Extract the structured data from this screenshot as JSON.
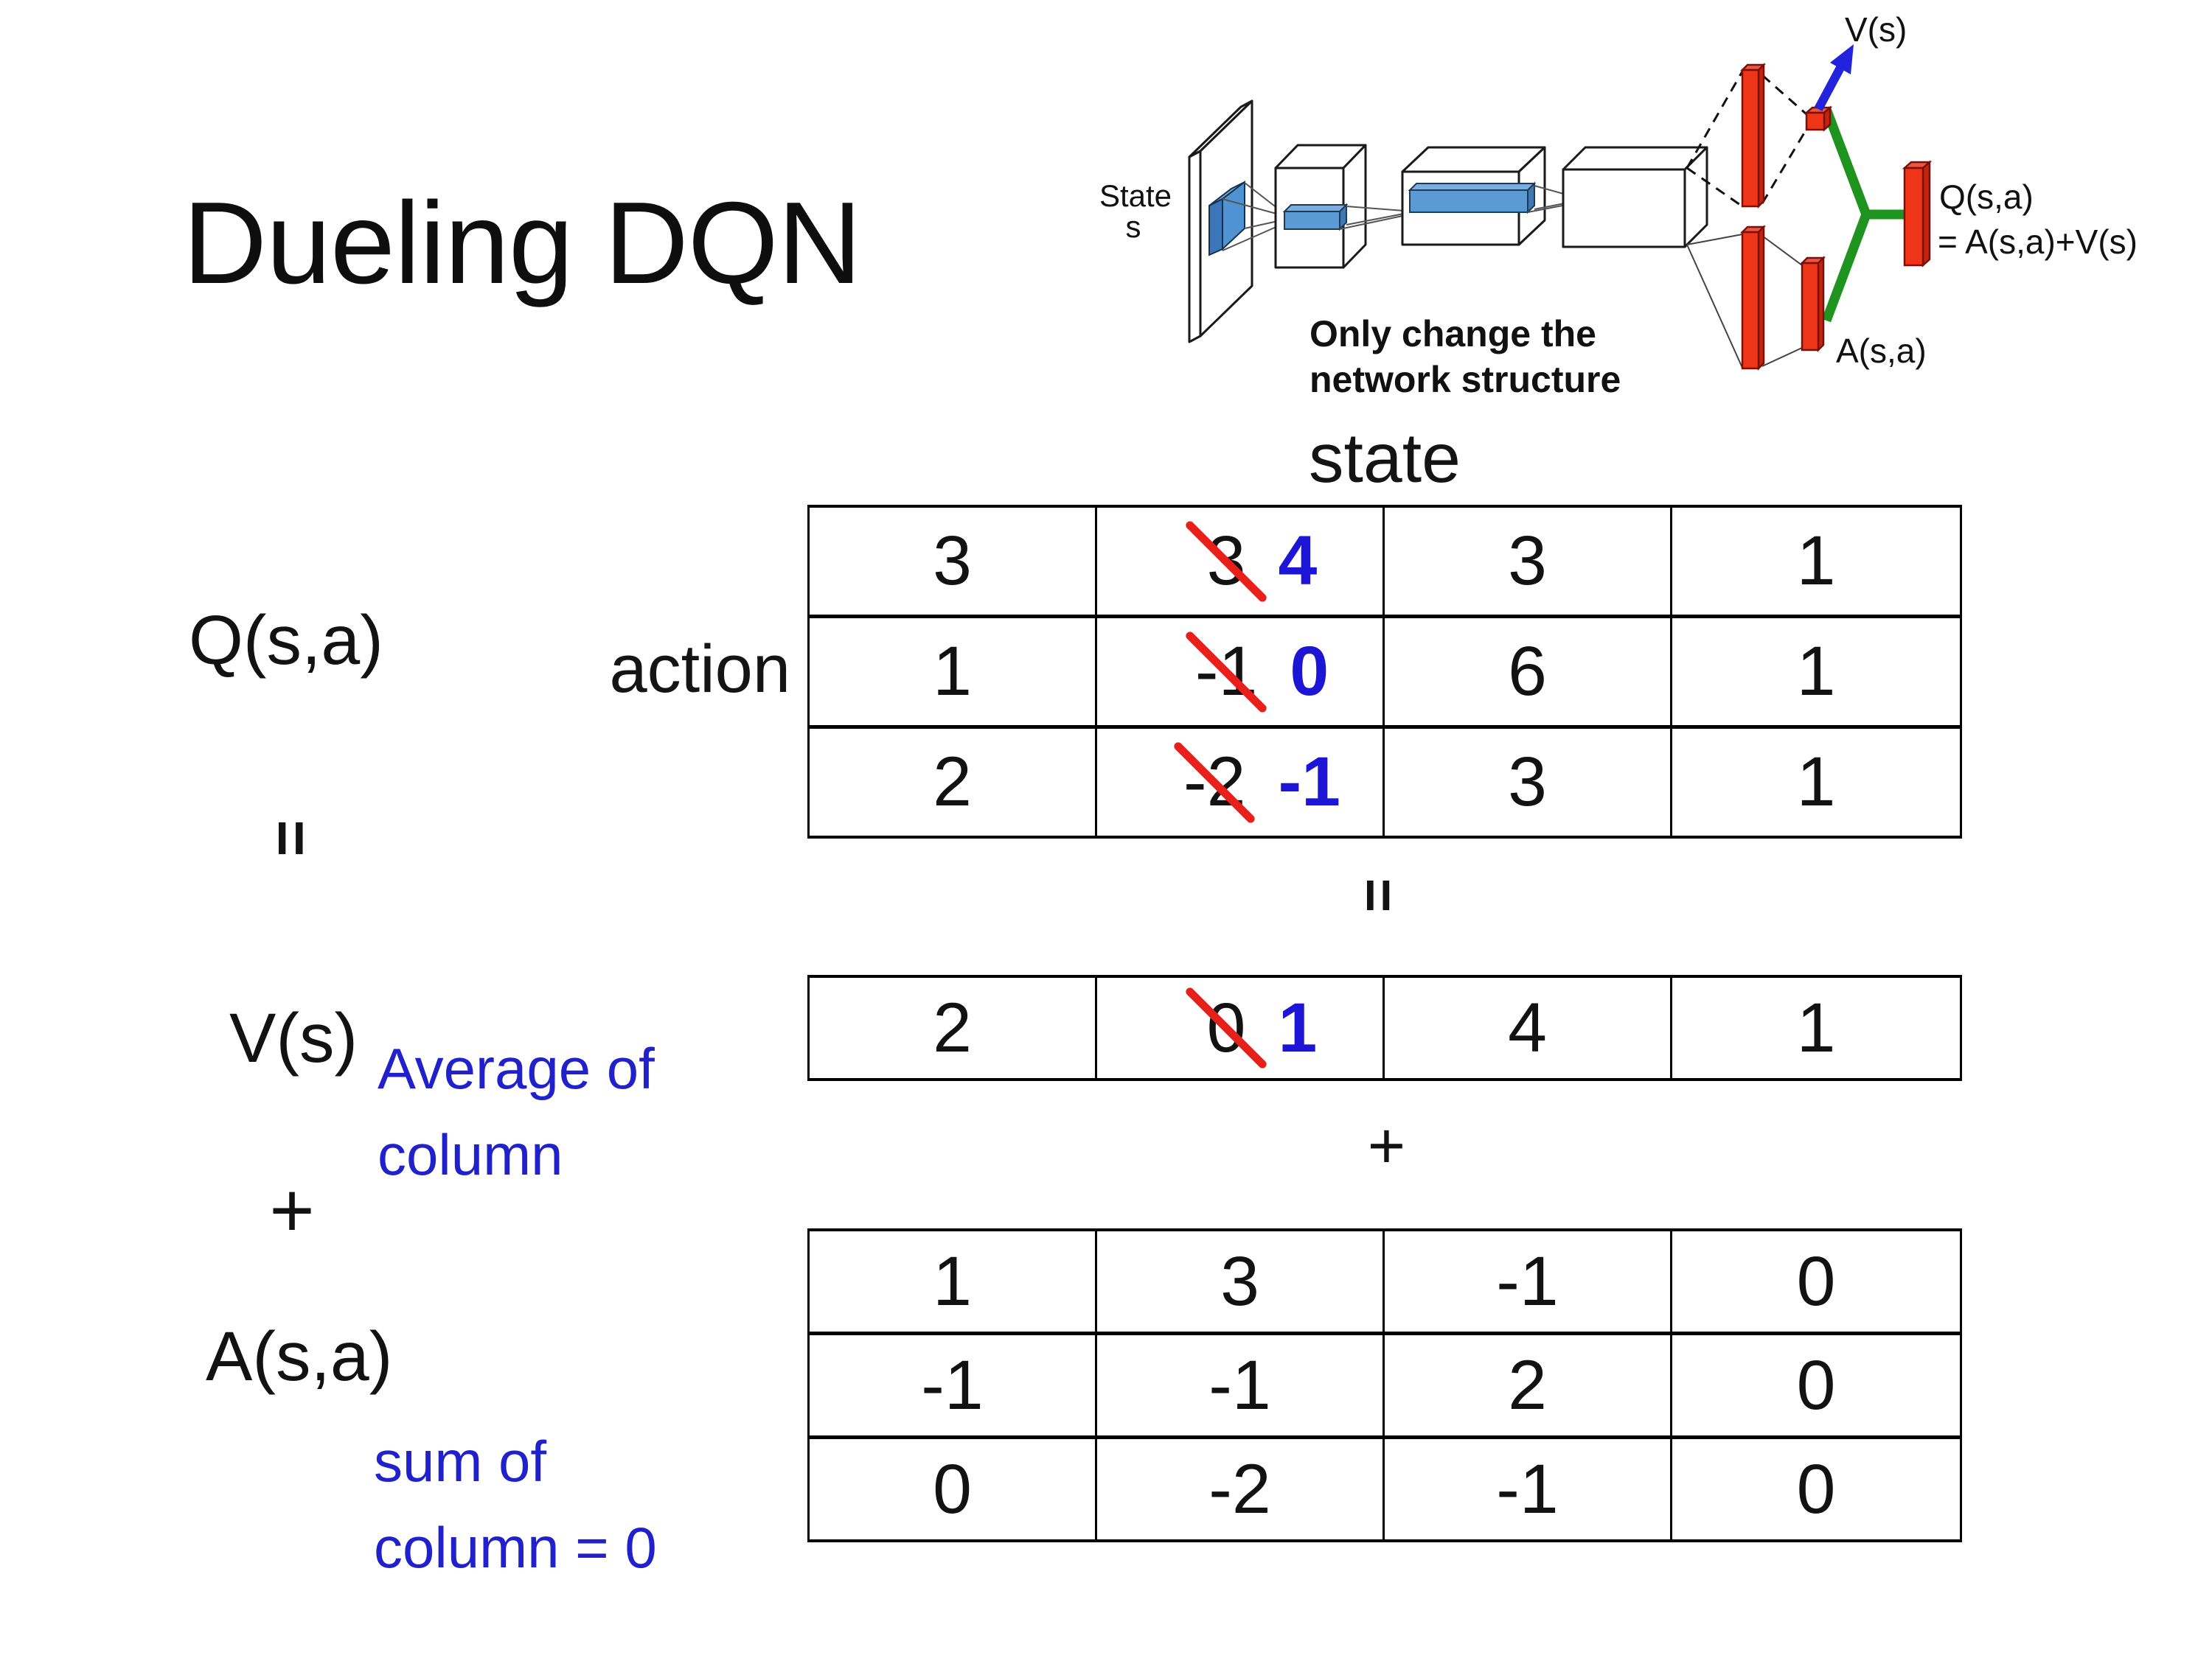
{
  "slide": {
    "title": "Dueling DQN"
  },
  "colors": {
    "blue_annotation": "#2121cc",
    "blue_highlight_number": "#1c15d6",
    "red_strike": "#e8201c",
    "red_bar": "#ee3518",
    "green_connector": "#1e941e",
    "blue_arrow": "#2323dd",
    "conv_feature_blue": "#5b9bd5"
  },
  "diagram": {
    "state_line1": "State",
    "state_line2": "s",
    "caption_line1": "Only change the",
    "caption_line2": "network structure",
    "v_out": "V(s)",
    "q_out": "Q(s,a)",
    "q_out_eq": "= A(s,a)+V(s)",
    "a_out": "A(s,a)"
  },
  "decomposition": {
    "q_label": "Q(s,a)",
    "equals_left": "=",
    "v_label": "V(s)",
    "plus_left": "+",
    "a_label": "A(s,a)",
    "v_note_line1": "Average of",
    "v_note_line2": "column",
    "a_note_line1": "sum of",
    "a_note_line2": "column = 0",
    "state_header": "state",
    "action_header": "action",
    "equals_mid": "=",
    "plus_mid": "+"
  },
  "q_table": {
    "rows": [
      [
        {
          "v": "3"
        },
        {
          "old": "3",
          "new": "4"
        },
        {
          "v": "3"
        },
        {
          "v": "1"
        }
      ],
      [
        {
          "v": "1"
        },
        {
          "old": "-1",
          "new": "0"
        },
        {
          "v": "6"
        },
        {
          "v": "1"
        }
      ],
      [
        {
          "v": "2"
        },
        {
          "old": "-2",
          "new": "-1"
        },
        {
          "v": "3"
        },
        {
          "v": "1"
        }
      ]
    ]
  },
  "v_table": {
    "rows": [
      [
        {
          "v": "2"
        },
        {
          "old": "0",
          "new": "1"
        },
        {
          "v": "4"
        },
        {
          "v": "1"
        }
      ]
    ]
  },
  "a_table": {
    "rows": [
      [
        {
          "v": "1"
        },
        {
          "v": "3"
        },
        {
          "v": "-1"
        },
        {
          "v": "0"
        }
      ],
      [
        {
          "v": "-1"
        },
        {
          "v": "-1"
        },
        {
          "v": "2"
        },
        {
          "v": "0"
        }
      ],
      [
        {
          "v": "0"
        },
        {
          "v": "-2"
        },
        {
          "v": "-1"
        },
        {
          "v": "0"
        }
      ]
    ]
  }
}
